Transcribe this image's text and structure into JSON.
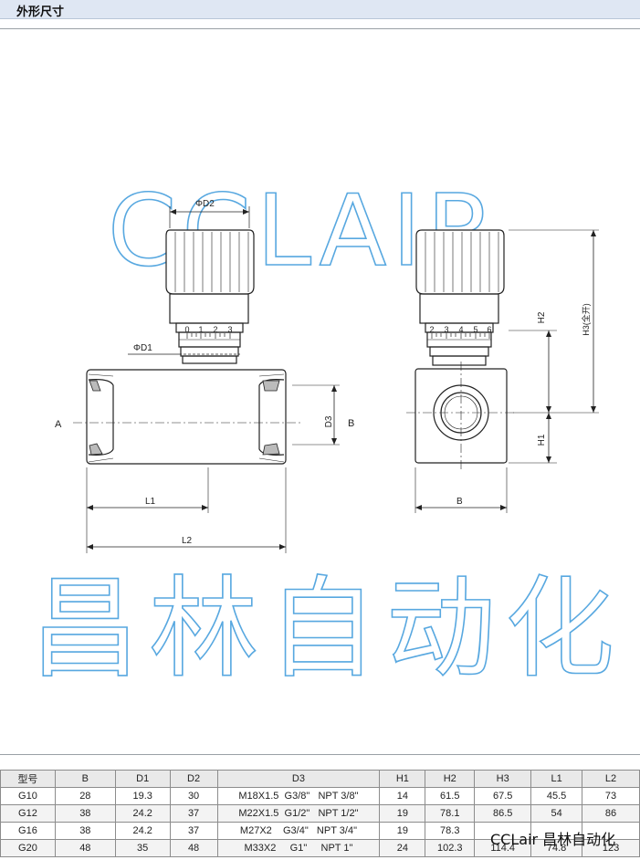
{
  "header": {
    "title": "外形尺寸"
  },
  "watermarks": {
    "brand": "CCLAIR",
    "company": "昌林自动化",
    "corner": "CCLair 昌林自动化"
  },
  "drawing": {
    "labels": {
      "phi_d2": "ΦD2",
      "phi_d1": "ΦD1",
      "a": "A",
      "b_port": "B",
      "d3": "D3",
      "l1": "L1",
      "l2": "L2",
      "h1": "H1",
      "h2": "H2",
      "h3": "H3(全开)",
      "b_width": "B"
    },
    "front_scale": [
      "0",
      "1",
      "2",
      "3"
    ],
    "side_scale": [
      "2",
      "3",
      "4",
      "5",
      "6"
    ]
  },
  "table": {
    "headers": [
      "型号",
      "B",
      "D1",
      "D2",
      "D3",
      "H1",
      "H2",
      "H3",
      "L1",
      "L2"
    ],
    "rows": [
      [
        "G10",
        "28",
        "19.3",
        "30",
        "M18X1.5  G3/8\"   NPT 3/8\"",
        "14",
        "61.5",
        "67.5",
        "45.5",
        "73"
      ],
      [
        "G12",
        "38",
        "24.2",
        "37",
        "M22X1.5  G1/2\"   NPT 1/2\"",
        "19",
        "78.1",
        "86.5",
        "54",
        "86"
      ],
      [
        "G16",
        "38",
        "24.2",
        "37",
        "M27X2    G3/4\"   NPT 3/4\"",
        "19",
        "78.3",
        "",
        "",
        ""
      ],
      [
        "G20",
        "48",
        "35",
        "48",
        "M33X2     G1\"     NPT 1\"",
        "24",
        "102.3",
        "114.4",
        "74.8",
        "123"
      ]
    ]
  }
}
